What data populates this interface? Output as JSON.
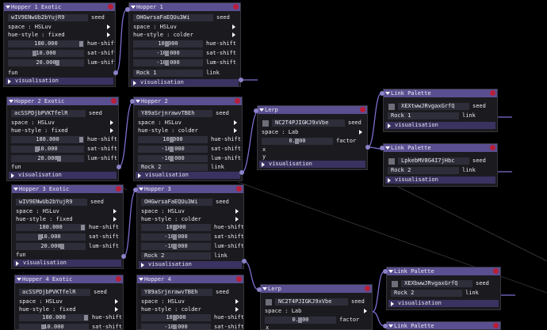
{
  "nodes": {
    "exotic": {
      "title": "Hopper 1 Exotic",
      "seed_value": "wIV9ENwUb2bYujR9",
      "seed_label": "seed",
      "space": "space : HSLuv",
      "hue_style": "hue-style : fixed",
      "hue_value": "180.000",
      "hue_label": "hue-shift",
      "sat_value": "10.000",
      "sat_label": "sat-shift",
      "lum_value": "20.000",
      "lum_label": "lum-shift",
      "fun": "fun",
      "viz": "visualisation"
    },
    "exotic2": {
      "title": "Hopper 2 Exotic",
      "seed_value": "acSSPDjbPVKTfelR",
      "seed_label": "seed",
      "space": "space : HSLuv",
      "hue_style": "hue-style : fixed",
      "hue_value": "180.000",
      "hue_label": "hue-shift",
      "sat_value": "10.000",
      "sat_label": "sat-shift",
      "lum_value": "20.000",
      "lum_label": "lum-shift",
      "fun": "fun",
      "viz": "visualisation"
    },
    "exotic3": {
      "title": "Hopper 3 Exotic",
      "seed_value": "wIV9ENwUb2bYujR9",
      "seed_label": "seed",
      "space": "space : HSLuv",
      "hue_style": "hue-style : fixed",
      "hue_value": "180.000",
      "hue_label": "hue-shift",
      "sat_value": "10.000",
      "sat_label": "sat-shift",
      "lum_value": "20.000",
      "lum_label": "lum-shift",
      "fun": "fun",
      "viz": "visualisation"
    },
    "exotic4": {
      "title": "Hopper 4 Exotic",
      "seed_value": "acSSPDjbPVKTfelR",
      "seed_label": "seed",
      "space": "space : HSLuv",
      "hue_style": "hue-style : fixed",
      "hue_value": "180.000",
      "hue_label": "hue-shift",
      "sat_value": "10.000",
      "sat_label": "sat-shift"
    },
    "hopper1": {
      "title": "Hopper 1",
      "seed_value": "OHGwrsaFaEQUu3Wi",
      "seed_label": "seed",
      "space": "space : HSLuv",
      "hue_style": "hue-style : colder",
      "hue_value": "10.000",
      "hue_label": "hue-shift",
      "sat_value": "-10.000",
      "sat_label": "sat-shift",
      "lum_value": "-10.000",
      "lum_label": "lum-shift",
      "link_value": "Rock 1",
      "link_label": "link",
      "viz": "visualisation"
    },
    "hopper2": {
      "title": "Hopper 2",
      "seed_value": "Y89aSrjnrawvTBEh",
      "seed_label": "seed",
      "space": "space : HSLuv",
      "hue_style": "hue-style : colder",
      "hue_value": "10.000",
      "hue_label": "hue-shift",
      "sat_value": "-10.000",
      "sat_label": "sat-shift",
      "lum_value": "-10.000",
      "lum_label": "lum-shift",
      "link_value": "Rock 2",
      "link_label": "link",
      "viz": "visualisation"
    },
    "hopper3": {
      "title": "Hopper 3",
      "seed_value": "OHGwrsaFaEQUu3Wi",
      "seed_label": "seed",
      "space": "space : HSLuv",
      "hue_style": "hue-style : colder",
      "hue_value": "10.000",
      "hue_label": "hue-shift",
      "sat_value": "-10.000",
      "sat_label": "sat-shift",
      "lum_value": "-10.000",
      "lum_label": "lum-shift",
      "link_value": "Rock 2",
      "link_label": "link",
      "viz": "visualisation"
    },
    "hopper4": {
      "title": "Hopper 4",
      "seed_value": "Y89aSrjnrawvTBEh",
      "seed_label": "seed",
      "space": "space : HSLuv",
      "hue_style": "hue-style : colder",
      "hue_value": "10.000",
      "hue_label": "hue-shift",
      "sat_value": "-10.000",
      "sat_label": "sat-shift"
    },
    "lerp1": {
      "title": "Lerp",
      "seed_value": "NC2T4PJIGKJ9xVbe",
      "seed_label": "seed",
      "space": "space : Lab",
      "factor_value": "0.500",
      "factor_label": "factor",
      "x_label": "x",
      "y_label": "y",
      "viz": "visualisation"
    },
    "lerp2": {
      "title": "Lerp",
      "seed_value": "NC2T4PJIGKJ9xVbe",
      "seed_label": "seed",
      "space": "space : Lab",
      "factor_value": "0.500",
      "factor_label": "factor",
      "x_label": "x"
    },
    "link1": {
      "title": "Link Palette",
      "seed_value": "XEXtwwJRvgaxGrfQ",
      "seed_label": "seed",
      "link_value": "Rock 1",
      "link_label": "link",
      "viz": "visualisation"
    },
    "link2": {
      "title": "Link Palette",
      "seed_value": "LpkebMV8G4I7jHbc",
      "seed_label": "seed",
      "link_value": "Rock 2",
      "link_label": "link",
      "viz": "visualisation"
    },
    "link3": {
      "title": "Link Palette",
      "seed_value": "XEXbwwJRvgaxGrfQ",
      "seed_label": "seed",
      "link_value": "Rock 2",
      "link_label": "link",
      "viz": "visualisation"
    },
    "link4": {
      "title": "Link Palette"
    }
  },
  "colors": {
    "background": "#000000",
    "node_body": "#1b1b1f",
    "title_bar": "#5a4f90",
    "close_dot": "#b81e3a",
    "field": "#2e2e3a",
    "visualisation_bar": "#3a3260",
    "wire": "#7a6fd0",
    "pin": "#8a83c8"
  }
}
